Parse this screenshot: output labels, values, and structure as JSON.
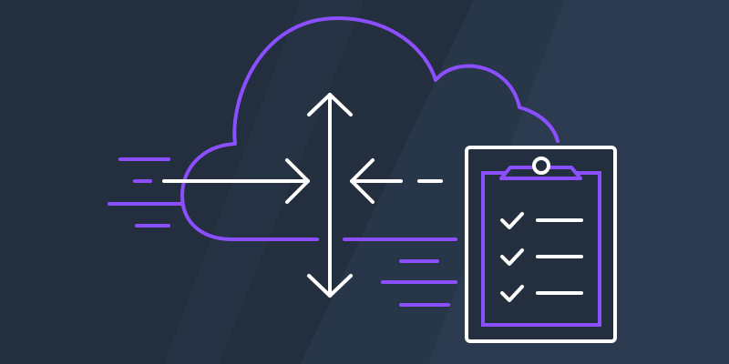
{
  "illustration": {
    "subject": "cloud-migration-checklist",
    "icons": [
      "cloud-icon",
      "four-way-arrows-icon",
      "clipboard-checklist-icon",
      "checkmark-icon",
      "speed-lines"
    ],
    "checklist_items_checked": 3,
    "colors": {
      "background": "#232f3e",
      "background_light": "#2c3b50",
      "cloud_outline": "#8c4fff",
      "arrows": "#ffffff",
      "speed_lines": "#8c4fff",
      "clipboard_outline": "#ffffff",
      "clipboard_inner": "#8c4fff",
      "checkmarks": "#ffffff"
    }
  }
}
